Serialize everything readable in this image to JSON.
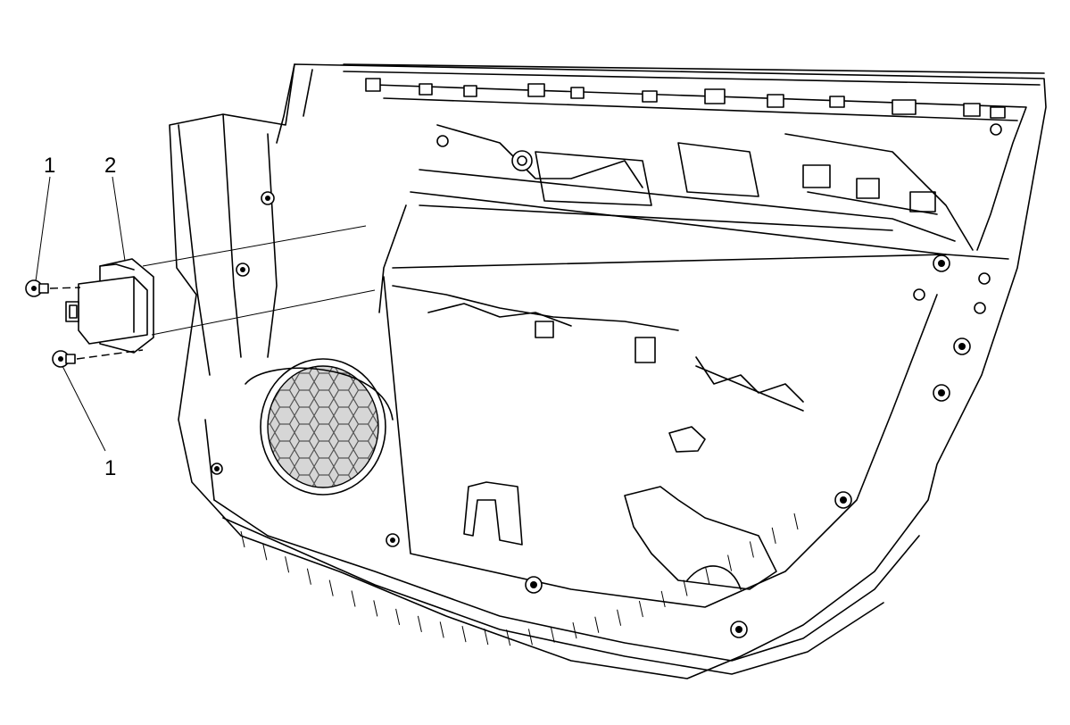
{
  "callouts": [
    {
      "id": "screw-top",
      "label": "1"
    },
    {
      "id": "module",
      "label": "2"
    },
    {
      "id": "screw-bottom",
      "label": "1"
    }
  ]
}
